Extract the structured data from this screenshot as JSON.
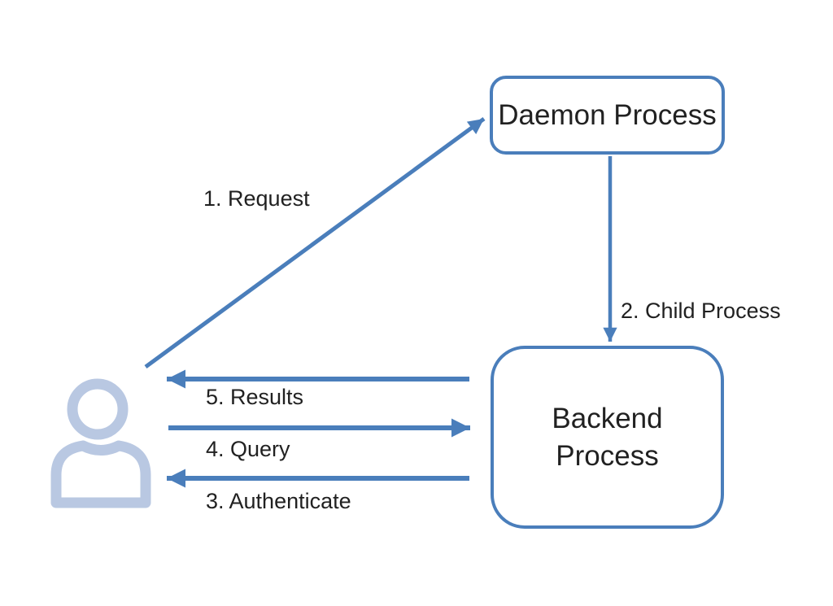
{
  "colors": {
    "accent": "#4a7ebb",
    "actor": "#b9c8e2",
    "text": "#212121",
    "background": "#ffffff"
  },
  "nodes": {
    "daemon": {
      "label": "Daemon Process"
    },
    "backend": {
      "label": "Backend Process"
    }
  },
  "actor": {
    "icon": "user-icon"
  },
  "edges": {
    "request": {
      "label": "1. Request",
      "from": "user",
      "to": "daemon-process",
      "arrow": "diagonal-up-right"
    },
    "child": {
      "label": "2. Child Process",
      "from": "daemon-process",
      "to": "backend-process",
      "arrow": "down"
    },
    "authenticate": {
      "label": "3. Authenticate",
      "from": "backend-process",
      "to": "user",
      "arrow": "left"
    },
    "query": {
      "label": "4. Query",
      "from": "user",
      "to": "backend-process",
      "arrow": "right"
    },
    "results": {
      "label": "5. Results",
      "from": "backend-process",
      "to": "user",
      "arrow": "left"
    }
  }
}
